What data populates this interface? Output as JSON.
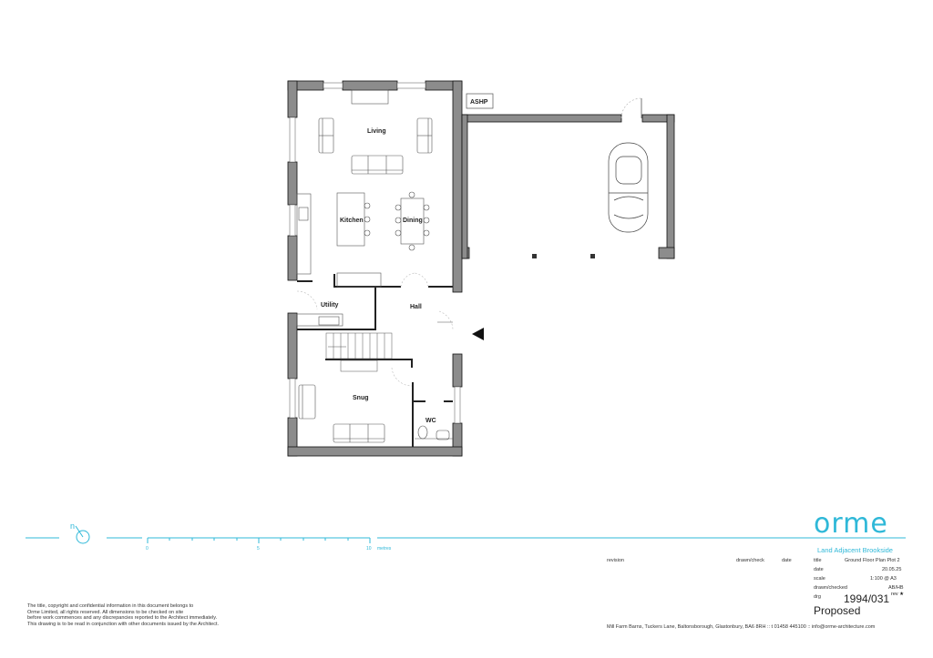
{
  "drawing": {
    "rooms": [
      {
        "name": "Living"
      },
      {
        "name": "Kitchen"
      },
      {
        "name": "Dining"
      },
      {
        "name": "Utility"
      },
      {
        "name": "Hall"
      },
      {
        "name": "Snug"
      },
      {
        "name": "WC"
      }
    ],
    "equipment_label": "ASHP",
    "entrance_marker": "entrance-arrow"
  },
  "scale_bar": {
    "tick_0": "0",
    "tick_5": "5",
    "tick_10": "10",
    "unit": "metres",
    "north_label": "n"
  },
  "brand": {
    "logo": "orme",
    "project": "Land Adjacent Brookside",
    "accent_color": "#2fb8d8"
  },
  "revision_table": {
    "headers": [
      "revision",
      "drawn/check",
      "date"
    ]
  },
  "title_block": {
    "title_label": "title",
    "title_value": "Ground Floor Plan Plot 2",
    "date_label": "date",
    "date_value": "20.05.25",
    "scale_label": "scale",
    "scale_value": "1:100 @ A3",
    "drawn_label": "drawn/checked",
    "drawn_value": "AB/HB",
    "drg_label": "drg",
    "drg_number": "1994/031",
    "rev_label": "rev",
    "rev_value": "★",
    "status": "Proposed"
  },
  "footer": {
    "address": "Mill Farm Barns, Tuckers Lane, Baltonsborough, Glastonbury, BA6 8RH :: t 01458 445100 :: info@orme-architecture.com",
    "disclaimer": [
      "The title, copyright and confidential information in this document belongs to",
      "Orme Limited, all rights reserved. All dimensions to be checked on site",
      "before work commences and any discrepancies reported to the Architect immediately.",
      "This drawing is to be read in conjunction with other documents issued by the Architect."
    ]
  }
}
